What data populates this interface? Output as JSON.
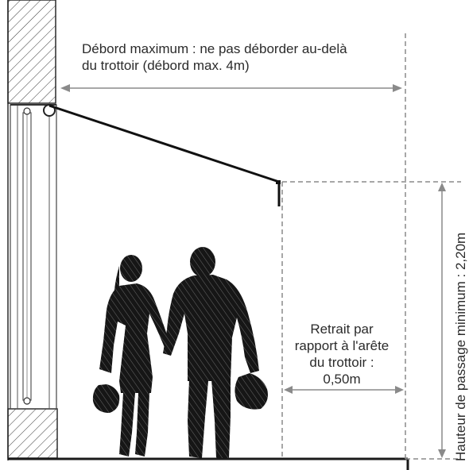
{
  "annotations": {
    "max_overhang": {
      "line1": "Débord maximum :  ne pas déborder au-delà",
      "line2": "du trottoir (débord max. 4m)"
    },
    "setback": {
      "line1": "Retrait par",
      "line2": "rapport à l'arête",
      "line3": "du trottoir :",
      "line4": "0,50m"
    },
    "min_clearance": "Hauteur de passage minimum : 2,20m"
  },
  "colors": {
    "ink": "#1a1a1a",
    "dimension_line": "#8a8a8a",
    "text": "#2b2b2b",
    "hatch": "#3a3a3a"
  }
}
